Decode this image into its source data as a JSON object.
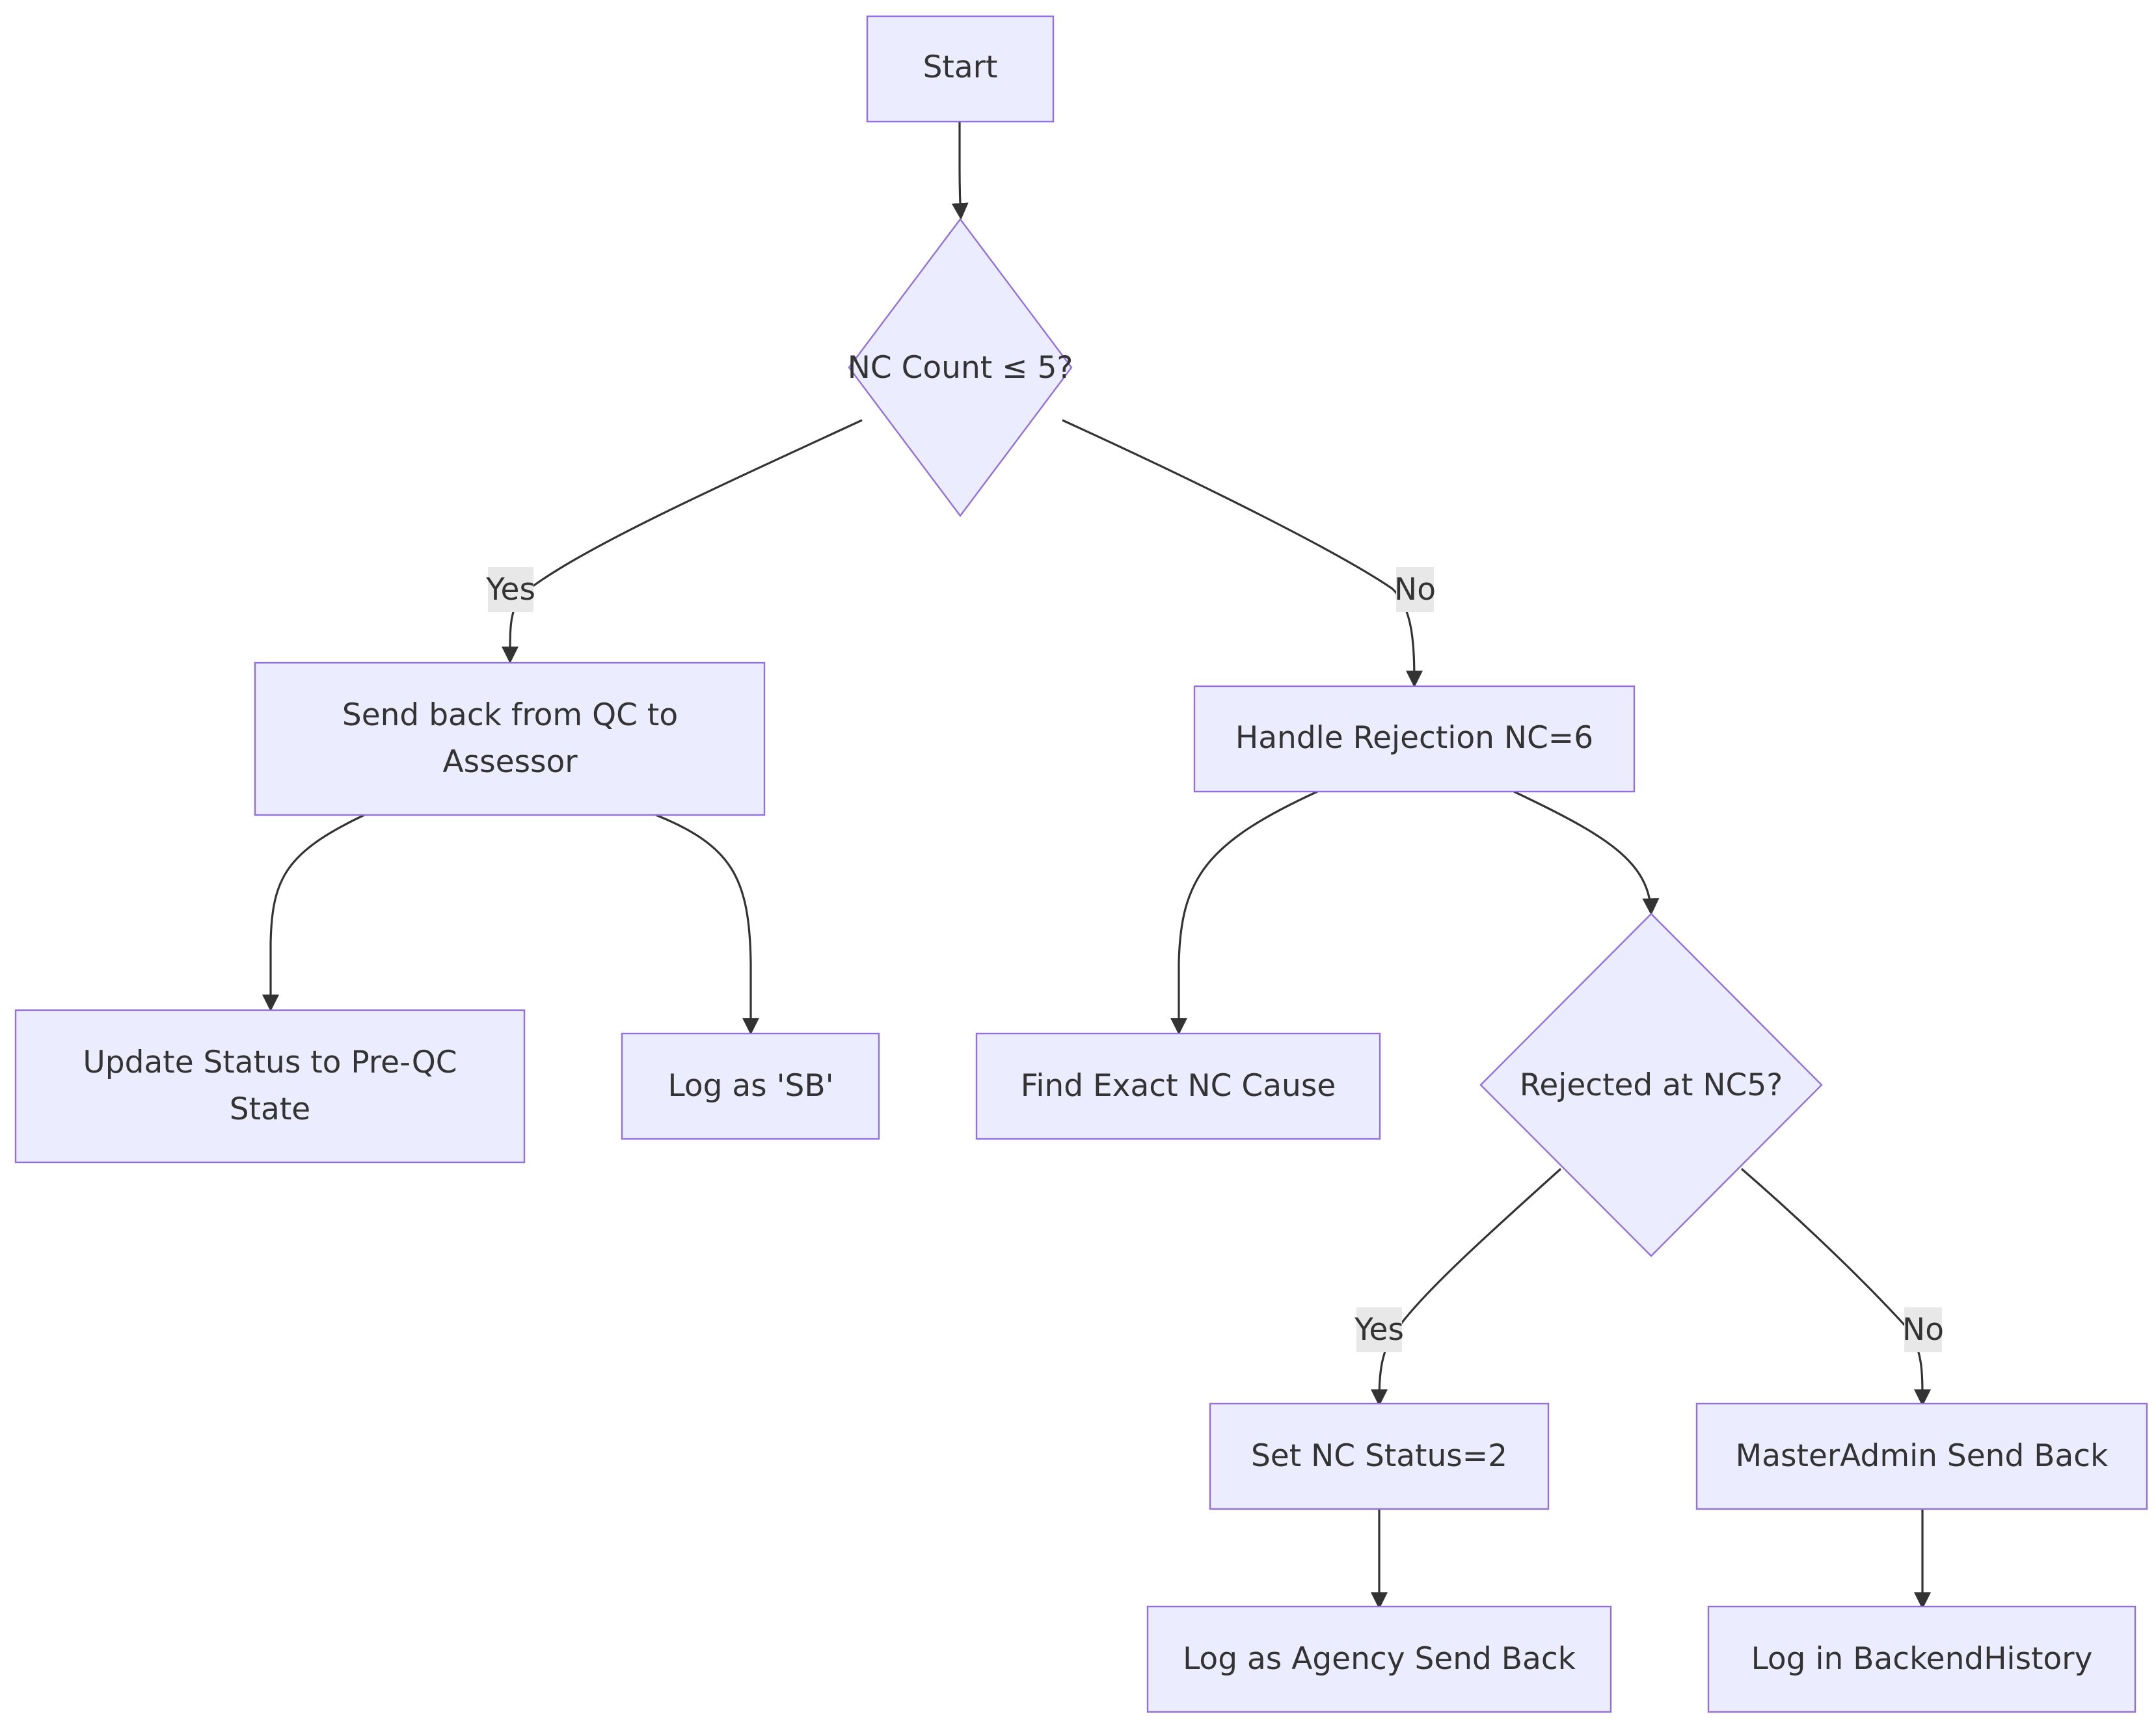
{
  "nodes": {
    "start": "Start",
    "nc_count": "NC Count ≤ 5?",
    "send_back": [
      "Send back from QC to",
      "Assessor"
    ],
    "handle_rejection": "Handle Rejection NC=6",
    "update_status": [
      "Update Status to Pre-QC",
      "State"
    ],
    "log_sb": "Log as 'SB'",
    "find_cause": "Find Exact NC Cause",
    "rejected_nc5": "Rejected at NC5?",
    "set_status": "Set NC Status=2",
    "masteradmin": "MasterAdmin Send Back",
    "log_agency": "Log as Agency Send Back",
    "log_backend": "Log in BackendHistory"
  },
  "edge_labels": {
    "nc_yes": "Yes",
    "nc_no": "No",
    "rej_yes": "Yes",
    "rej_no": "No"
  }
}
